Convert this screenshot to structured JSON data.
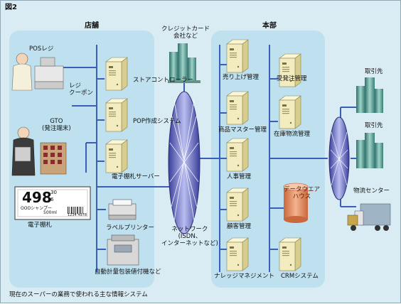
{
  "figure": {
    "label": "図2",
    "caption": "現在のスーパーの業務で使われる主な情報システム"
  },
  "store": {
    "title": "店舗",
    "pos_register": "POSレジ",
    "register_coupon": "レジ\nクーポン",
    "gto": "GTO\n(発注端末)",
    "electronic_tag": "電子棚札",
    "servers": [
      "ストアコントローラー",
      "POP作成システム",
      "電子棚札サーバー"
    ],
    "label_printer": "ラベルプリンター",
    "scale_labeler": "自動計量包装値付機など"
  },
  "shelf_tag": {
    "price": "498",
    "small_num_1": "30",
    "small_num_2": "6",
    "product": "OOOシャンプー",
    "volume": "500ml",
    "barcode_text": "1234 4978"
  },
  "network": {
    "credit_company": "クレジットカード\n会社など",
    "label": "ネットワーク\n(ISDN、\nインターネットなど)"
  },
  "hq": {
    "title": "本部",
    "left_systems": [
      "売り上げ管理",
      "商品マスター管理",
      "人事管理",
      "顧客管理",
      "ナレッジマネジメント"
    ],
    "right_systems": [
      "受発注管理",
      "在庫物流管理"
    ],
    "data_warehouse": "データウエア\nハウス",
    "crm": "CRMシステム"
  },
  "external": {
    "partner_1": "取引先",
    "partner_2": "取引先",
    "logistics": "物流センター"
  },
  "colors": {
    "panel": "#bfe0ee",
    "server_body": "#f2ecc0",
    "server_side": "#d6cd8e",
    "line": "#3a5fb8",
    "hub": "#6b6fc9",
    "warehouse": "#e89266"
  }
}
